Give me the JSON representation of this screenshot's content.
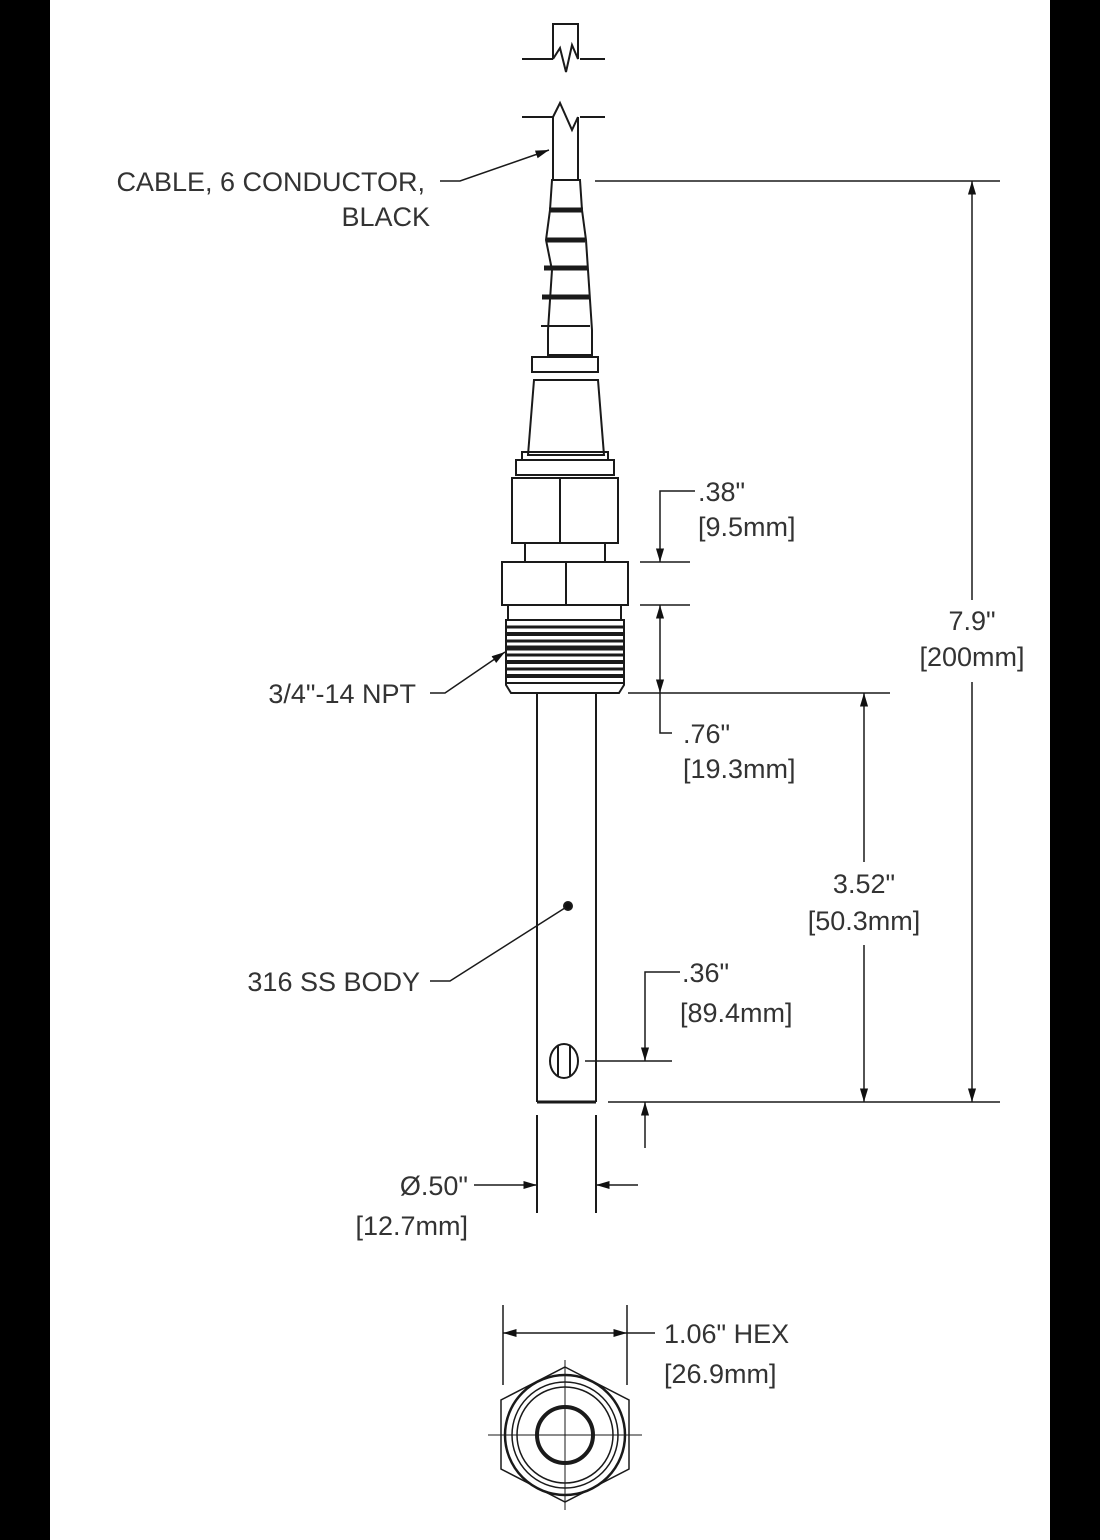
{
  "drawing": {
    "title": "Sensor dimensional drawing",
    "colors": {
      "background": "#ffffff",
      "margin": "#000000",
      "line": "#1a1a1a",
      "text": "#333333"
    }
  },
  "callouts": {
    "cable_line1": "CABLE, 6 CONDUCTOR,",
    "cable_line2": "BLACK",
    "thread": "3/4\"-14 NPT",
    "body": "316 SS BODY"
  },
  "dimensions": {
    "hex_height_in": ".38\"",
    "hex_height_mm": "[9.5mm]",
    "thread_length_in": ".76\"",
    "thread_length_mm": "[19.3mm]",
    "overall_length_in": "7.9\"",
    "overall_length_mm": "[200mm]",
    "body_length_in": "3.52\"",
    "body_length_mm": "[50.3mm]",
    "hole_offset_in": ".36\"",
    "hole_offset_mm": "[89.4mm]",
    "diameter_in": "Ø.50\"",
    "diameter_mm": "[12.7mm]",
    "hex_size_in": "1.06\" HEX",
    "hex_size_mm": "[26.9mm]"
  }
}
